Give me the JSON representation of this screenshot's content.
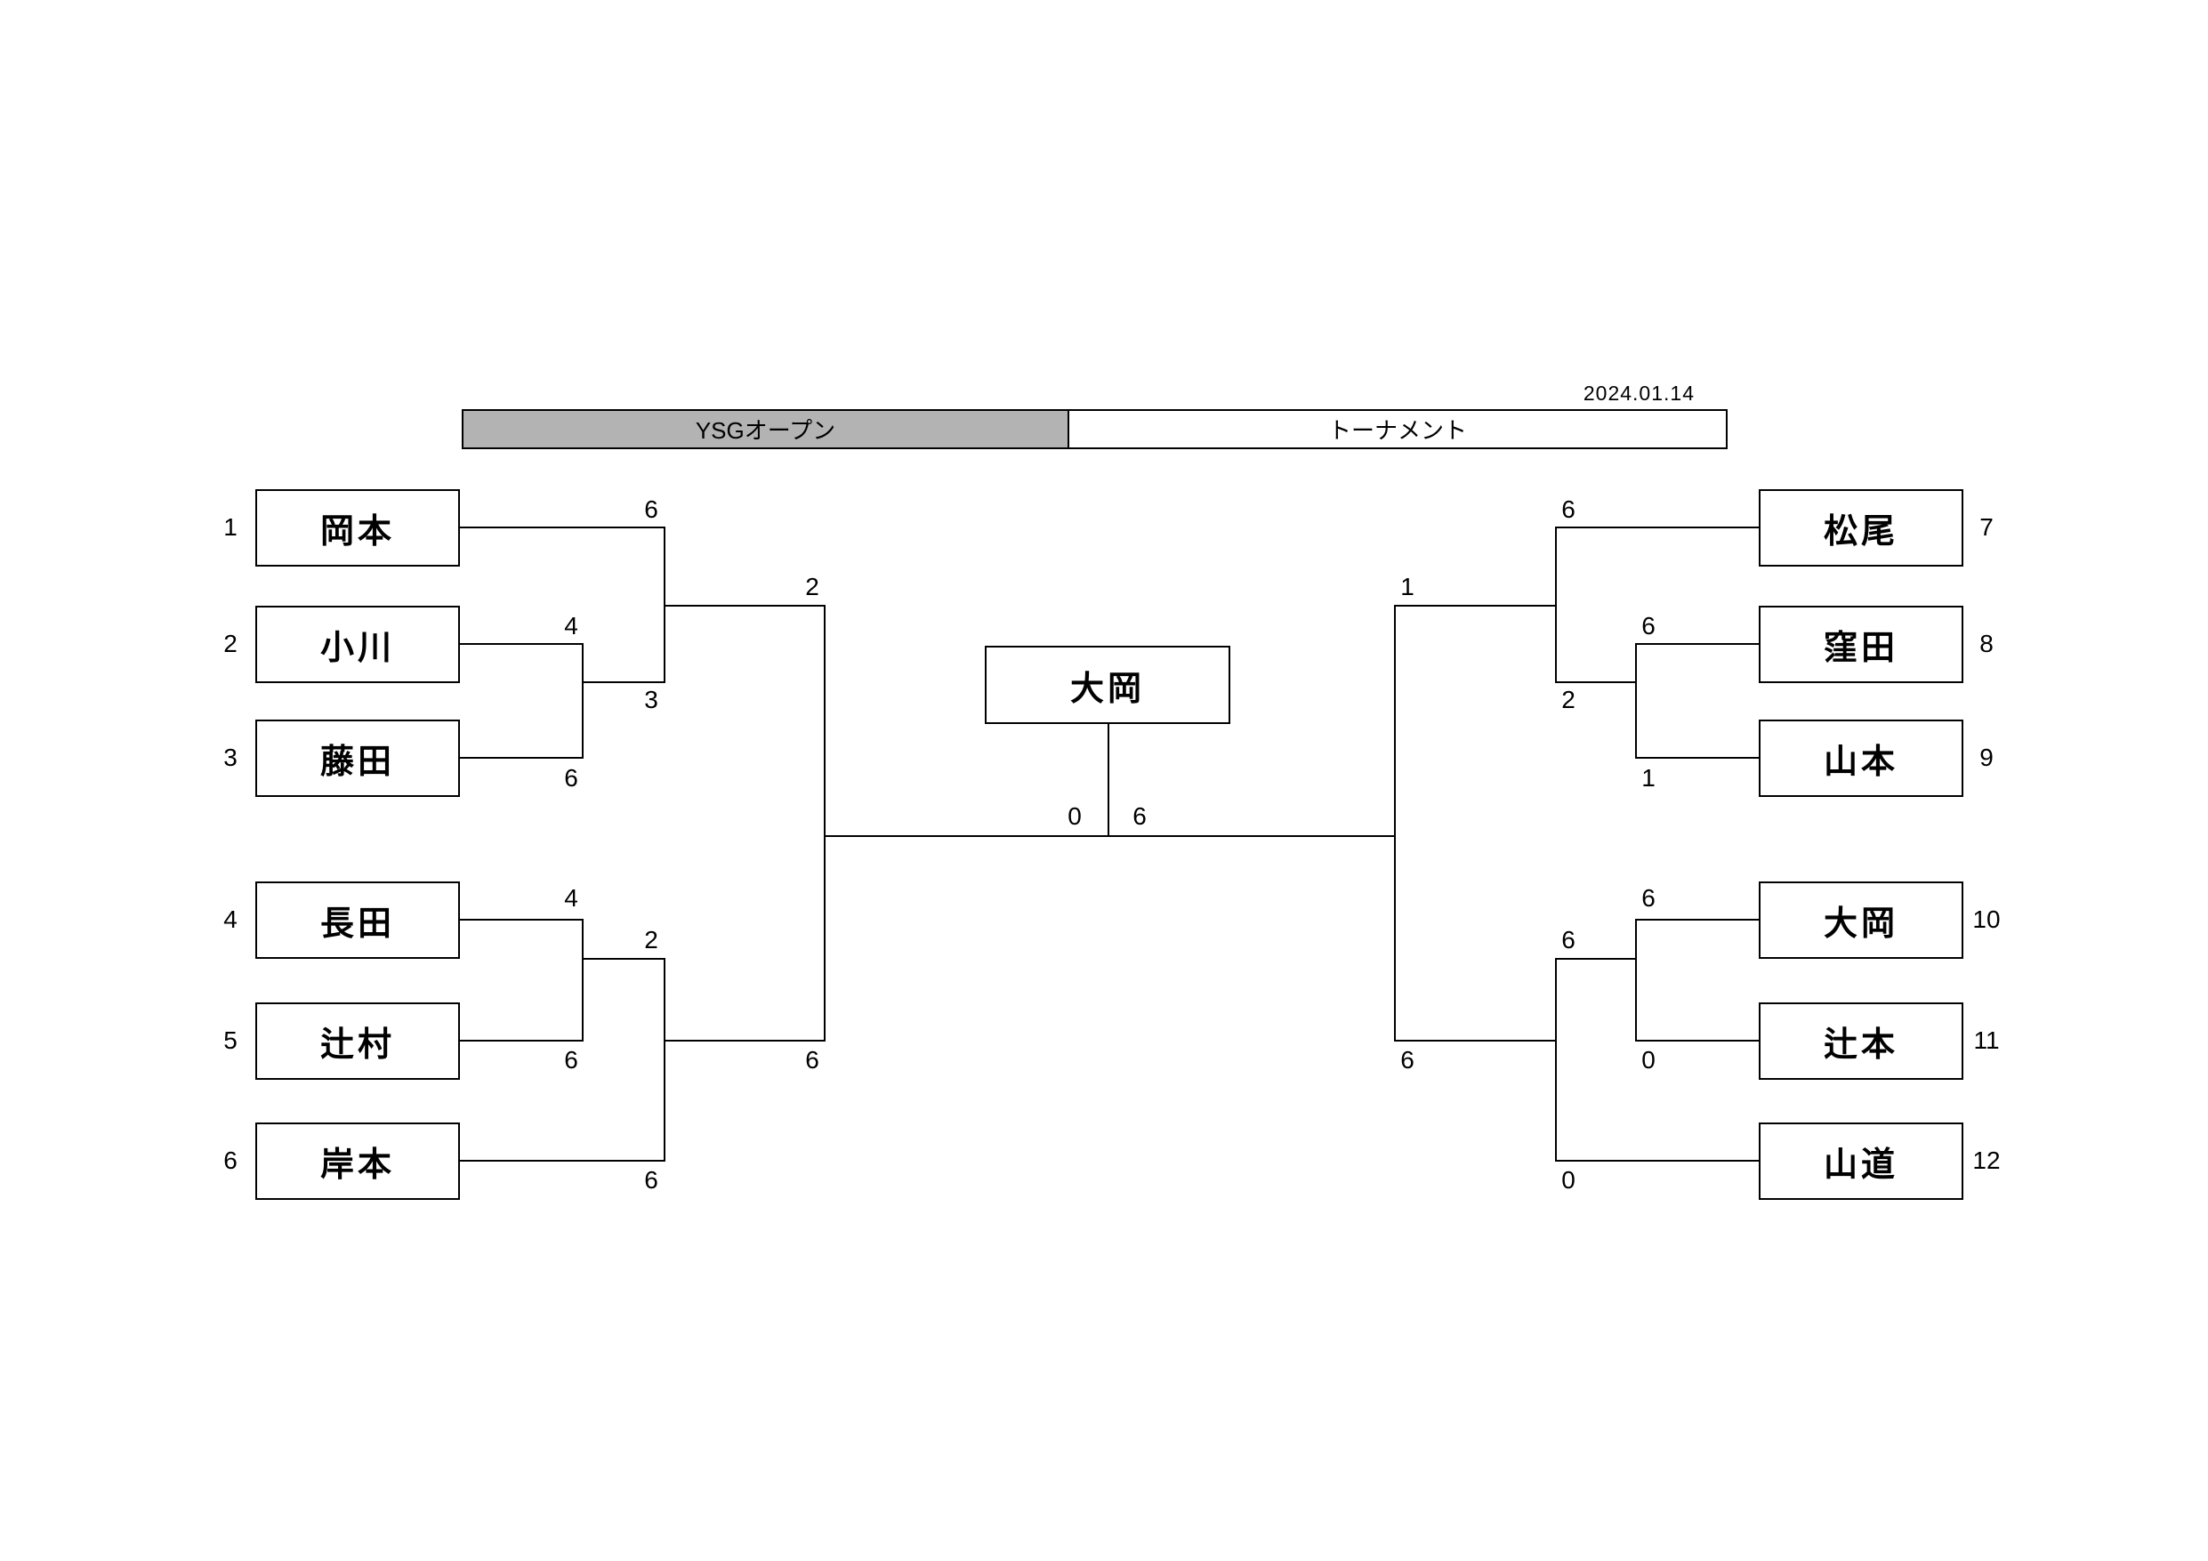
{
  "date": "2024.01.14",
  "header": {
    "tournament_name": "YSGオープン",
    "sheet_type": "トーナメント",
    "tournament_name_bg": "#b3b3b3",
    "line_color": "#000000"
  },
  "champion": "大岡",
  "players": [
    {
      "seed": "1",
      "name": "岡本"
    },
    {
      "seed": "2",
      "name": "小川"
    },
    {
      "seed": "3",
      "name": "藤田"
    },
    {
      "seed": "4",
      "name": "長田"
    },
    {
      "seed": "5",
      "name": "辻村"
    },
    {
      "seed": "6",
      "name": "岸本"
    },
    {
      "seed": "7",
      "name": "松尾"
    },
    {
      "seed": "8",
      "name": "窪田"
    },
    {
      "seed": "9",
      "name": "山本"
    },
    {
      "seed": "10",
      "name": "大岡"
    },
    {
      "seed": "11",
      "name": "辻本"
    },
    {
      "seed": "12",
      "name": "山道"
    }
  ],
  "scores": {
    "okamoto": "6",
    "ogawa": "4",
    "fujita": "6",
    "left_qf1_winner": "3",
    "semi_left_top": "2",
    "nagata": "4",
    "tsujimura": "6",
    "left_qf2_winner": "2",
    "kishimoto": "6",
    "semi_left_bottom": "6",
    "final_left": "0",
    "final_right": "6",
    "matsuo": "6",
    "kubota": "6",
    "yamamoto": "1",
    "right_qf1_winner": "2",
    "semi_right_top": "1",
    "ooka": "6",
    "tsujimoto": "0",
    "right_qf2_winner": "6",
    "yamamichi": "0",
    "semi_right_bottom": "6"
  }
}
